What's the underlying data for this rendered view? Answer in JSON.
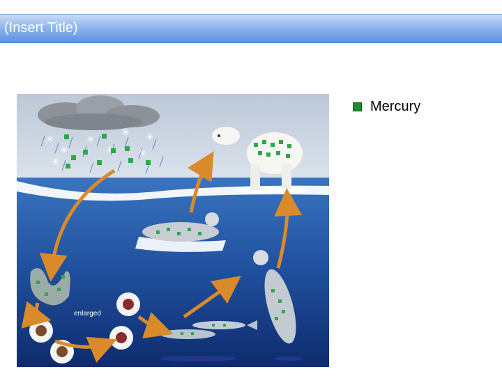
{
  "slide": {
    "title": "(Insert Title)"
  },
  "legend": {
    "label": "Mercury",
    "swatch_color": "#1f8a2a"
  },
  "figure": {
    "annotation": "enlarged",
    "colors": {
      "water_top": "#2f66b0",
      "water_bottom": "#0f2f73",
      "sky": "#c9d3e0",
      "arrow": "#d98a2b",
      "mercury": "#2ea84a"
    }
  }
}
